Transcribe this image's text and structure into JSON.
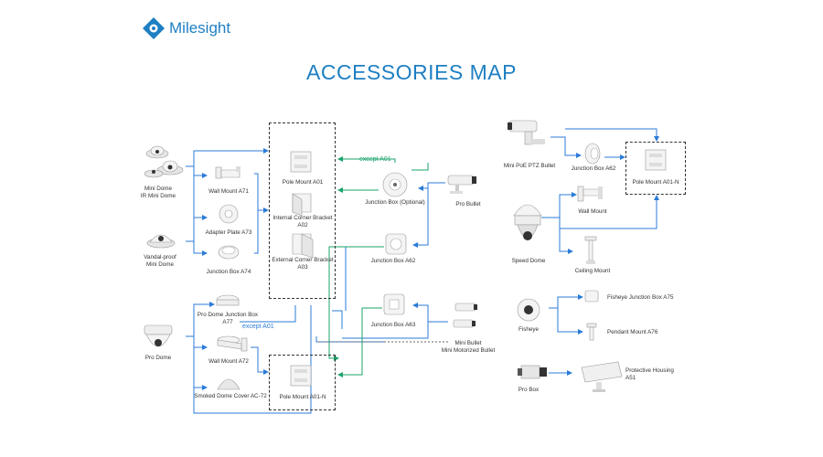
{
  "header": {
    "brand": "Milesight",
    "title": "ACCESSORIES MAP"
  },
  "colors": {
    "brand": "#1e7fc3",
    "blue_line": "#2b7bd8",
    "green_line": "#1aa36a",
    "box_border": "#333333"
  },
  "cameras": {
    "mini_dome": [
      "Mini Dome",
      "IR Mini Dome"
    ],
    "vandal_dome": [
      "Vandal-proof",
      "Mini Dome"
    ],
    "pro_dome": "Pro Dome",
    "pro_bullet": "Pro Bullet",
    "mini_bullet": [
      "Mini Bullet",
      "Mini Motorized Bullet"
    ],
    "mini_poe_ptz": "Mini PoE PTZ Bullet",
    "speed_dome": "Speed Dome",
    "fisheye": "Fisheye",
    "pro_box": "Pro Box"
  },
  "accessories": {
    "wall_mount_a71": "Wall Mount A71",
    "adapter_plate_a73": "Adapter Plate A73",
    "junction_box_a74": "Junction Box A74",
    "pro_dome_jb_a77": [
      "Pro Dome Junction Box",
      "A77"
    ],
    "wall_mount_a72": "Wall Mount A72",
    "smoked_cover": "Smoked Dome Cover AC-72",
    "pole_mount_a01": "Pole Mount A01",
    "internal_corner_a02": [
      "Internal Corner Bracket",
      "A02"
    ],
    "external_corner_a03": [
      "External Corner Bracket",
      "A03"
    ],
    "pole_mount_a01n_left": "Pole Mount A01-N",
    "junction_box_optional": "Junction Box (Optional)",
    "junction_box_a62_left": "Junction Box A62",
    "junction_box_a63": "Junction Box A63",
    "junction_box_a62_right": "Junction Box A62",
    "pole_mount_a01n_right": "Pole Mount A01-N",
    "wall_mount": "Wall Mount",
    "ceiling_mount": "Ceiling Mount",
    "fisheye_jb_a75": "Fisheye Junction Box A75",
    "pendant_mount_a76": "Pendant Mount A76",
    "protective_housing": [
      "Protective Housing",
      "A51"
    ]
  },
  "notes": {
    "except_a01_green": "except A01",
    "except_a01_blue": "except A01"
  },
  "icons": [
    "milesight-logo-icon",
    "dome-camera-icon",
    "bullet-camera-icon",
    "ptz-camera-icon",
    "speed-dome-icon",
    "fisheye-camera-icon",
    "box-camera-icon",
    "wall-mount-icon",
    "junction-box-icon",
    "pole-mount-icon",
    "bracket-icon",
    "housing-icon"
  ]
}
